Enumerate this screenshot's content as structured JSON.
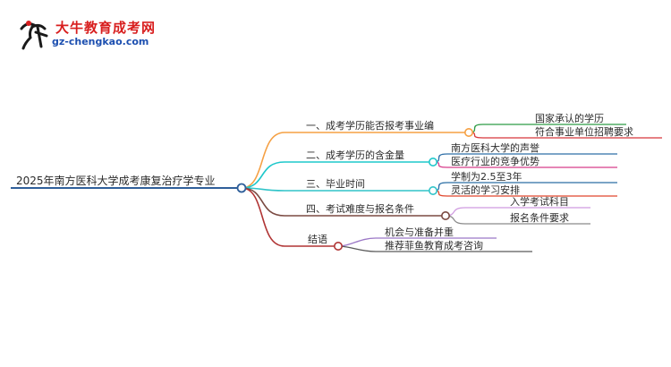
{
  "brand": {
    "logo_icon": "bull-calligraphy-icon",
    "name": "大牛教育成考网",
    "url": "gz-chengkao.com"
  },
  "mindmap": {
    "root": {
      "label": "2025年南方医科大学成考康复治疗学专业"
    },
    "branches": [
      {
        "label": "一、成考学历能否报考事业编",
        "color": "#f5a043",
        "children": [
          {
            "label": "国家承认的学历",
            "color": "#2e9c46"
          },
          {
            "label": "符合事业单位招聘要求",
            "color": "#d8363a"
          }
        ]
      },
      {
        "label": "二、成考学历的含金量",
        "color": "#1fc8cb",
        "children": [
          {
            "label": "南方医科大学的声誉",
            "color": "#2f6fa7"
          },
          {
            "label": "医疗行业的竞争优势",
            "color": "#d83d8b"
          }
        ]
      },
      {
        "label": "三、毕业时间",
        "color": "#31c4c9",
        "children": [
          {
            "label": "学制为2.5至3年",
            "color": "#2a6ea5"
          },
          {
            "label": "灵活的学习安排",
            "color": "#e0462c"
          }
        ]
      },
      {
        "label": "四、考试难度与报名条件",
        "color": "#7b4a42",
        "children": [
          {
            "label": "入学考试科目",
            "color": "#cf9be0"
          },
          {
            "label": "报名条件要求",
            "color": "#8a8a8a"
          }
        ]
      },
      {
        "label": "结语",
        "color": "#b03434",
        "children": [
          {
            "label": "机会与准备并重",
            "color": "#9b77c6"
          },
          {
            "label": "推荐菲鱼教育成考咨询",
            "color": "#5a5a5a"
          }
        ]
      }
    ]
  }
}
